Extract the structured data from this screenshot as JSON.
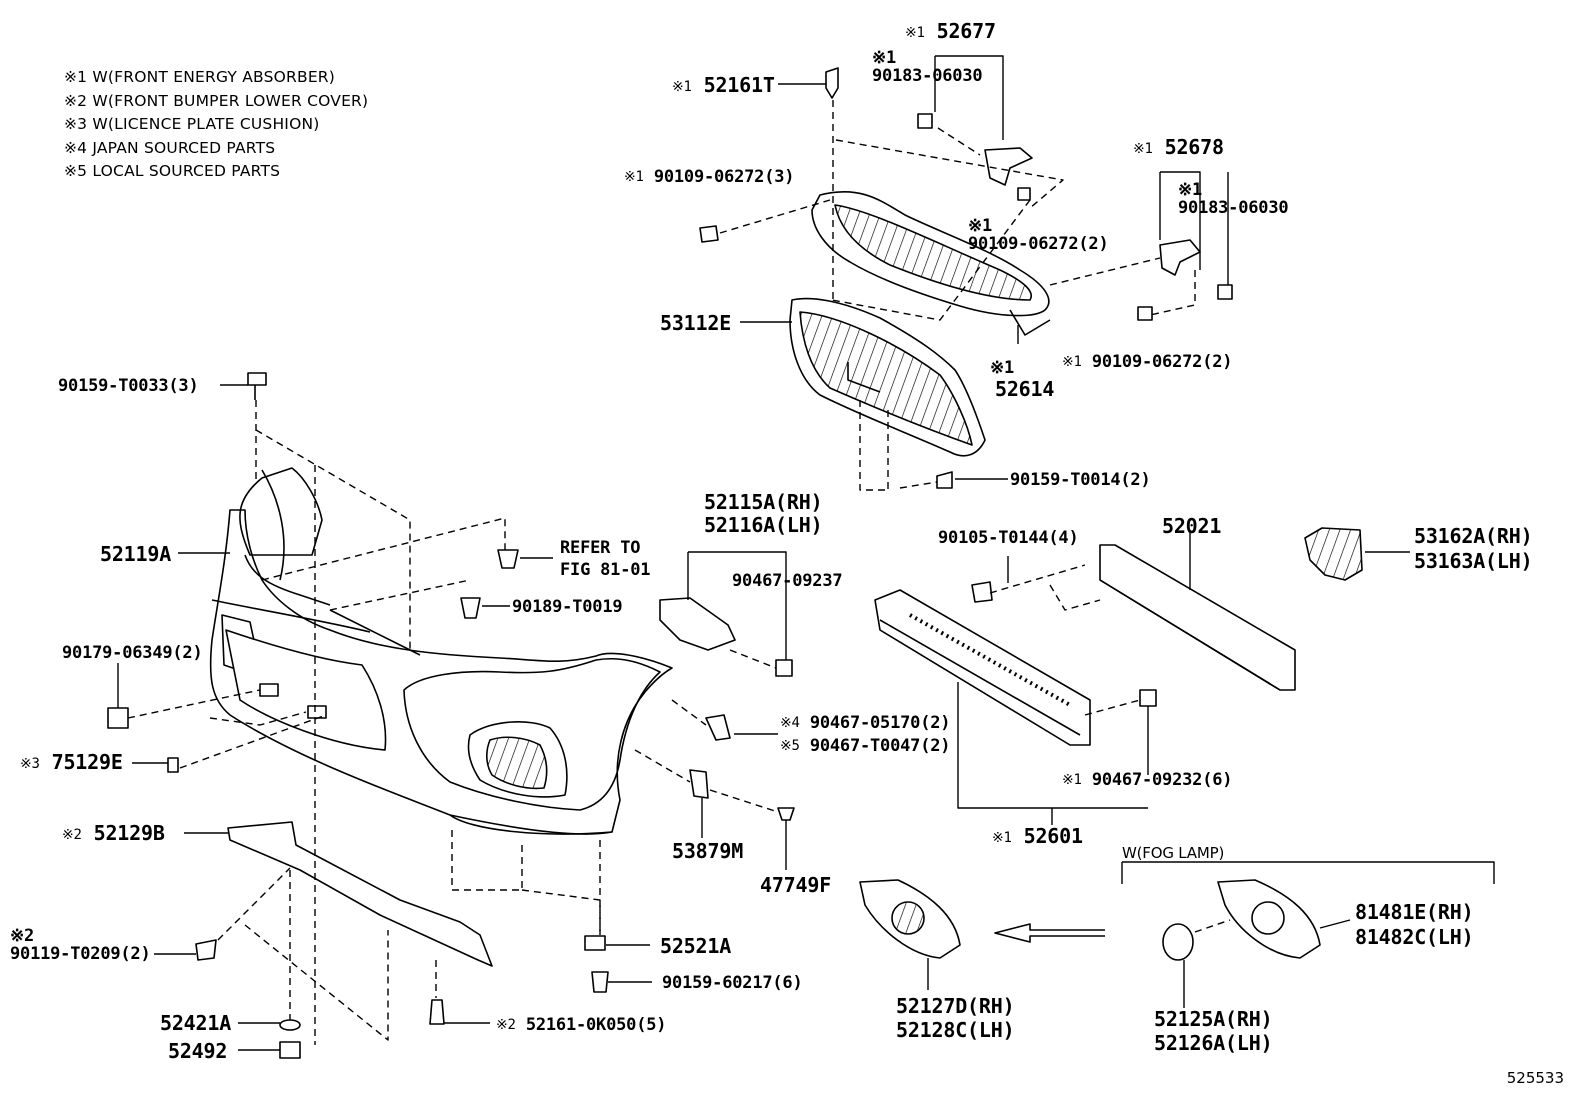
{
  "legend": [
    "※1 W(FRONT ENERGY ABSORBER)",
    "※2 W(FRONT BUMPER LOWER COVER)",
    "※3 W(LICENCE PLATE CUSHION)",
    "※4 JAPAN SOURCED PARTS",
    "※5 LOCAL SOURCED PARTS"
  ],
  "parts": {
    "p52677": {
      "mark": "※1",
      "number": "52677"
    },
    "p90183_a": {
      "mark": "※1",
      "number": "90183-06030"
    },
    "p52161T": {
      "mark": "※1",
      "number": "52161T"
    },
    "p90109_a": {
      "mark": "※1",
      "number": "90109-06272(3)"
    },
    "p90109_b": {
      "mark": "※1",
      "number": "90109-06272(2)"
    },
    "p52678": {
      "mark": "※1",
      "number": "52678"
    },
    "p90183_b": {
      "mark": "※1",
      "number": "90183-06030"
    },
    "p53112E": {
      "number": "53112E"
    },
    "p52614": {
      "mark": "※1",
      "number": "52614"
    },
    "p90109_c": {
      "mark": "※1",
      "number": "90109-06272(2)"
    },
    "p90159_T0033": {
      "number": "90159-T0033(3)"
    },
    "p90159_T0014": {
      "number": "90159-T0014(2)"
    },
    "p52115A": {
      "number": "52115A(RH)"
    },
    "p52116A": {
      "number": "52116A(LH)"
    },
    "p52119A": {
      "number": "52119A"
    },
    "refer_line1": "REFER TO",
    "refer_line2": "FIG 81-01",
    "p90189": {
      "number": "90189-T0019"
    },
    "p90467_09237": {
      "number": "90467-09237"
    },
    "p90105": {
      "number": "90105-T0144(4)"
    },
    "p52021": {
      "number": "52021"
    },
    "p53162A": {
      "number": "53162A(RH)"
    },
    "p53163A": {
      "number": "53163A(LH)"
    },
    "p90179": {
      "number": "90179-06349(2)"
    },
    "p90467_05170": {
      "mark": "※4",
      "number": "90467-05170(2)"
    },
    "p90467_T0047": {
      "mark": "※5",
      "number": "90467-T0047(2)"
    },
    "p75129E": {
      "mark": "※3",
      "number": "75129E"
    },
    "p90467_09232": {
      "mark": "※1",
      "number": "90467-09232(6)"
    },
    "p52129B": {
      "mark": "※2",
      "number": "52129B"
    },
    "p53879M": {
      "number": "53879M"
    },
    "p52601": {
      "mark": "※1",
      "number": "52601"
    },
    "fog_title": "W(FOG LAMP)",
    "p47749F": {
      "number": "47749F"
    },
    "p81481E": {
      "number": "81481E(RH)"
    },
    "p81482C": {
      "number": "81482C(LH)"
    },
    "p90119": {
      "mark": "※2",
      "number": "90119-T0209(2)"
    },
    "p52521A": {
      "number": "52521A"
    },
    "p90159_60217": {
      "number": "90159-60217(6)"
    },
    "p52127D": {
      "number": "52127D(RH)"
    },
    "p52128C": {
      "number": "52128C(LH)"
    },
    "p52125A": {
      "number": "52125A(RH)"
    },
    "p52126A": {
      "number": "52126A(LH)"
    },
    "p52421A": {
      "number": "52421A"
    },
    "p52161_0K050": {
      "mark": "※2",
      "number": "52161-0K050(5)"
    },
    "p52492": {
      "number": "52492"
    }
  },
  "illustration_id": "525533"
}
